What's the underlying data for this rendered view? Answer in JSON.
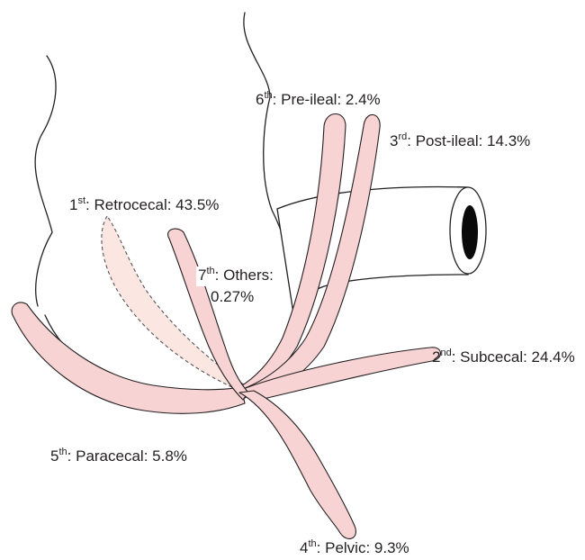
{
  "labels": {
    "retrocecal": {
      "ord": "1",
      "sup": "st",
      "text": ": Retrocecal: 43.5%"
    },
    "subcecal": {
      "ord": "2",
      "sup": "nd",
      "text": ": Subcecal: 24.4%"
    },
    "postileal": {
      "ord": "3",
      "sup": "rd",
      "text": ": Post-ileal: 14.3%"
    },
    "pelvic": {
      "ord": "4",
      "sup": "th",
      "text": ": Pelvic: 9.3%"
    },
    "paracecal": {
      "ord": "5",
      "sup": "th",
      "text": ": Paracecal: 5.8%"
    },
    "preileal": {
      "ord": "6",
      "sup": "th",
      "text": ": Pre-ileal: 2.4%"
    },
    "others": {
      "ord": "7",
      "sup": "th",
      "text": ": Others:",
      "line2": "0.27%"
    }
  },
  "colors": {
    "appendix_fill": "#f8d3d3",
    "retrocecal_fill": "#fbe6e2",
    "outline": "#231f20"
  }
}
